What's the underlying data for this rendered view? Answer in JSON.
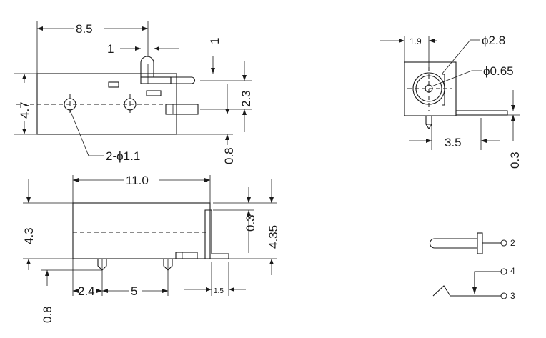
{
  "side_view": {
    "dim_length": "8.5",
    "dim_pin_width": "1",
    "dim_pin_tick": "1",
    "dim_height": "4.7",
    "dim_pin_spacing": "2.3",
    "dim_pin_offset": "0.8",
    "dim_holes": "2-ϕ1.1"
  },
  "front_view": {
    "dim_width": "1.9",
    "dim_outer_dia": "ϕ2.8",
    "dim_inner_dia": "ϕ0.65",
    "dim_body": "3.5",
    "dim_pin_thick": "0.3"
  },
  "bottom_view": {
    "dim_length": "11.0",
    "dim_height_left": "4.3",
    "dim_top_gap": "0.3",
    "dim_height_right": "4.35",
    "dim_foot": "0.8",
    "dim_peg1": "2.4",
    "dim_peg_spacing": "5",
    "dim_tab": "1.5"
  },
  "schematic": {
    "pin_2": "2",
    "pin_4": "4",
    "pin_3": "3"
  }
}
